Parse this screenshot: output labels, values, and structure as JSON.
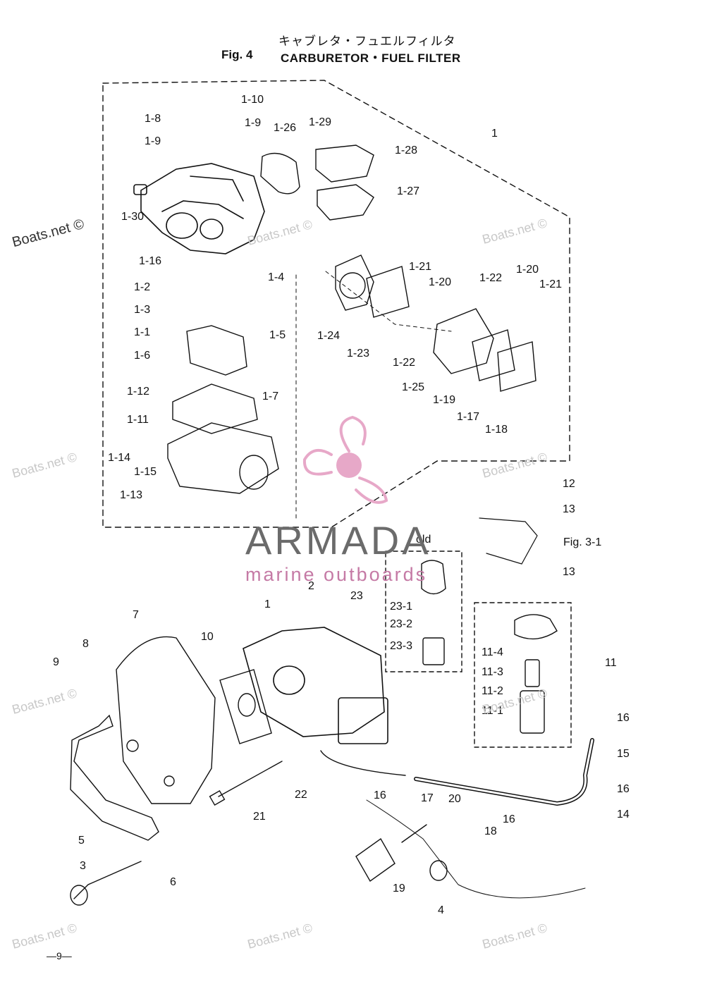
{
  "title": {
    "japanese": "キャブレタ・フュエルフィルタ",
    "fig": "Fig. 4",
    "name": "CARBURETOR・FUEL FILTER"
  },
  "labels": {
    "l1_10": "1-10",
    "l1_9a": "1-9",
    "l1_8": "1-8",
    "l1_9b": "1-9",
    "l1_26": "1-26",
    "l1_29": "1-29",
    "l1": "1",
    "l1_28": "1-28",
    "l1_27": "1-27",
    "l1_30": "1-30",
    "l1_16": "1-16",
    "l1_2": "1-2",
    "l1_3": "1-3",
    "l1_4": "1-4",
    "l1_1": "1-1",
    "l1_5": "1-5",
    "l1_6": "1-6",
    "l1_7": "1-7",
    "l1_12": "1-12",
    "l1_11": "1-11",
    "l1_14": "1-14",
    "l1_15": "1-15",
    "l1_13": "1-13",
    "l1_21a": "1-21",
    "l1_20a": "1-20",
    "l1_22a": "1-22",
    "l1_20b": "1-20",
    "l1_21b": "1-21",
    "l1_24": "1-24",
    "l1_23": "1-23",
    "l1_22b": "1-22",
    "l1_25": "1-25",
    "l1_19": "1-19",
    "l1_17": "1-17",
    "l1_18": "1-18",
    "l12": "12",
    "l13a": "13",
    "fig31": "Fig. 3-1",
    "l13b": "13",
    "old": "old",
    "l23": "23",
    "l23_1": "23-1",
    "l23_2": "23-2",
    "l23_3": "23-3",
    "l2": "2",
    "l1b": "1",
    "l7": "7",
    "l10": "10",
    "l8": "8",
    "l9": "9",
    "l11_4": "11-4",
    "l11_3": "11-3",
    "l11_2": "11-2",
    "l11_1": "11-1",
    "l11": "11",
    "l16a": "16",
    "l15": "15",
    "l16b": "16",
    "l14": "14",
    "l16c": "16",
    "l17": "17",
    "l20": "20",
    "l16d": "16",
    "l18": "18",
    "l22": "22",
    "l21": "21",
    "l5": "5",
    "l3": "3",
    "l6": "6",
    "l19": "19",
    "l4": "4"
  },
  "watermarks": {
    "site": "Boats.net ©",
    "brand": "ARMADA",
    "brand_sub": "marine outboards"
  },
  "page_number": "—9—"
}
